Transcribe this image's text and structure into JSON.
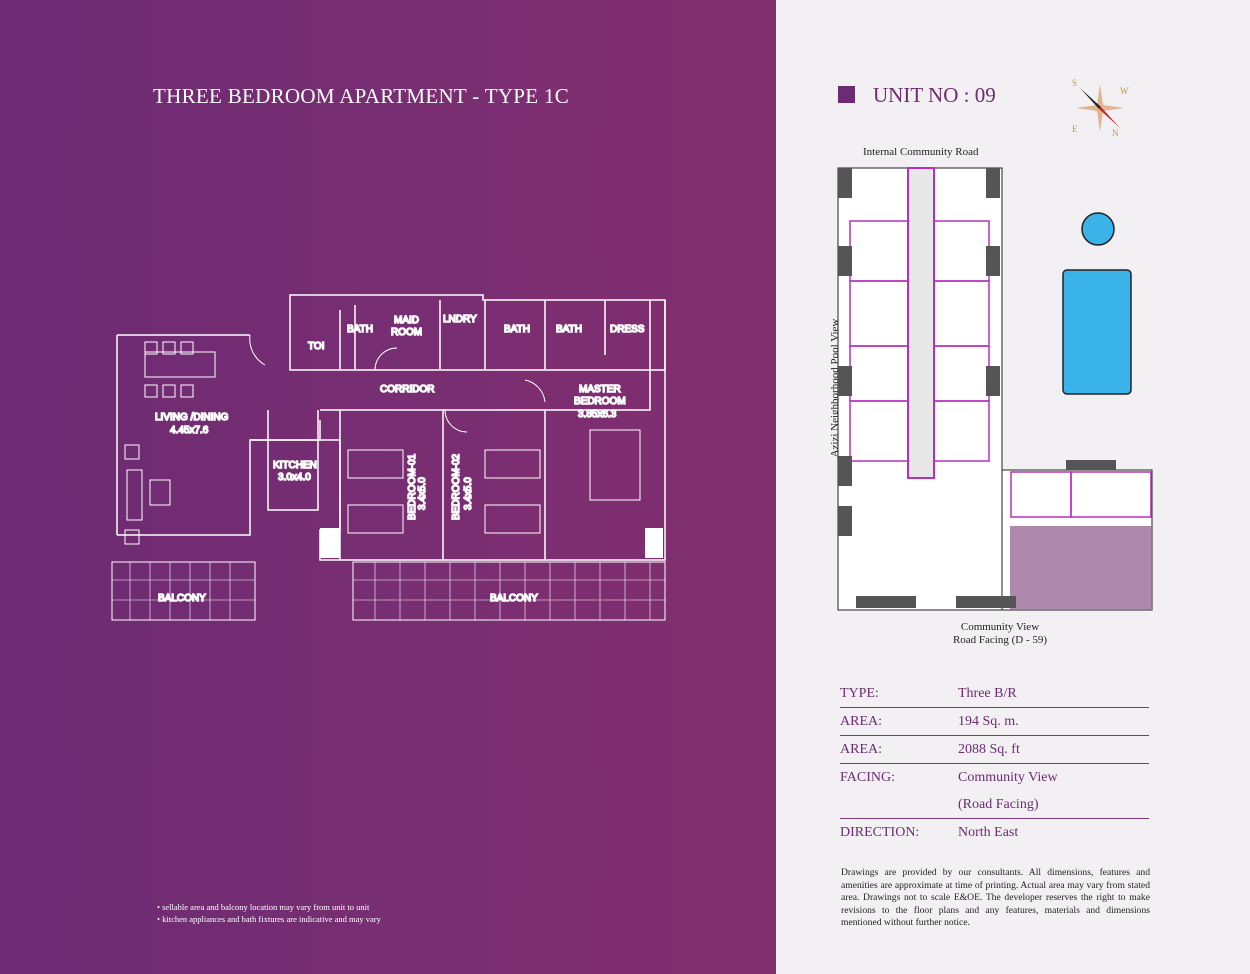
{
  "title": "THREE BEDROOM APARTMENT  - TYPE 1C",
  "floor_plan": {
    "rooms": {
      "living": "LIVING /DINING",
      "living_size": "4.45x7.6",
      "kitchen": "KITCHEN",
      "kitchen_size": "3.0x4.0",
      "bedroom1": "BEDROOM-01",
      "bedroom1_size": "3.4x5.0",
      "bedroom2": "BEDROOM-02",
      "bedroom2_size": "3.4x5.0",
      "master1": "MASTER",
      "master2": "BEDROOM",
      "master_size": "3.85x6.3",
      "corridor": "CORRIDOR",
      "maid1": "MAID",
      "maid2": "ROOM",
      "laundry": "LNDRY",
      "bath": "BATH",
      "toilet": "TOI",
      "dress": "DRESS",
      "balcony": "BALCONY"
    }
  },
  "notes": [
    "• sellable area and balcony location may vary from unit to unit",
    "• kitchen appliances and bath fixtures are indicative and may vary"
  ],
  "unit_label": "UNIT NO : 09",
  "compass": {
    "n": "N",
    "s": "S",
    "e": "E",
    "w": "W"
  },
  "site": {
    "top_road": "Internal Community Road",
    "side_label": "Azizi Neighborhood Pool View",
    "bottom_road_1": "Community View",
    "bottom_road_2": "Road Facing (D - 59)"
  },
  "specs": [
    {
      "key": "TYPE:",
      "value": "Three B/R"
    },
    {
      "key": "AREA:",
      "value": "194 Sq. m."
    },
    {
      "key": "AREA:",
      "value": "2088 Sq. ft"
    },
    {
      "key": "FACING:",
      "value": "Community View"
    },
    {
      "key": "",
      "value": "(Road Facing)"
    },
    {
      "key": "DIRECTION:",
      "value": "North East"
    }
  ],
  "disclaimer": "Drawings are provided by our consultants. All dimensions, features and amenities are approximate at time of printing. Actual area may vary from stated area. Drawings not to scale E&OE. The developer reserves the right to make revisions to the floor plans and any features, materials and dimensions mentioned without further notice.",
  "colors": {
    "brand": "#6c2b73",
    "panel": "#f3f0f3",
    "pool": "#3ab4e8",
    "highlight": "#b82fc0"
  }
}
